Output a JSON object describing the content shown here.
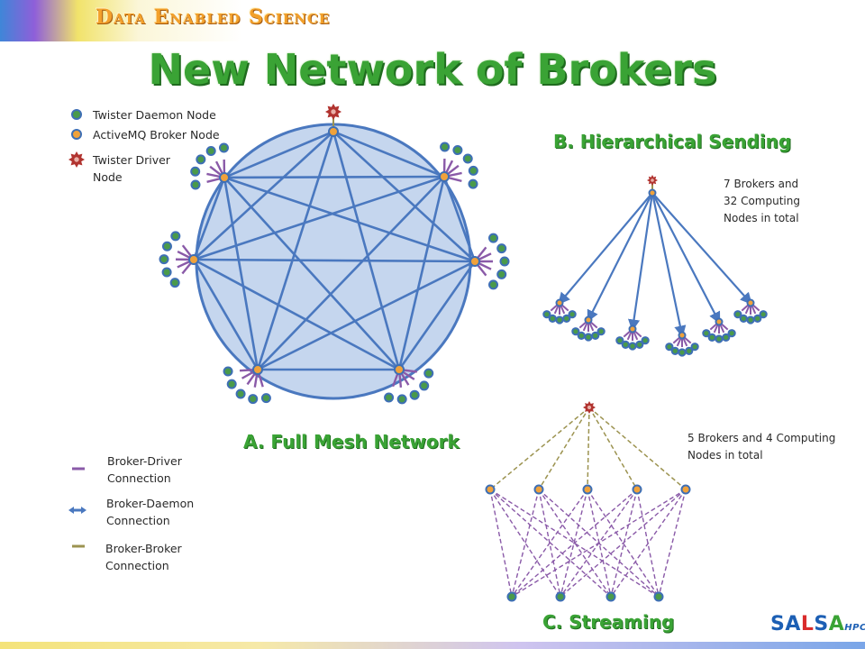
{
  "header": {
    "brand": "Data Enabled Science"
  },
  "title": "New Network of Brokers",
  "legend": {
    "daemon": "Twister Daemon Node",
    "broker": "ActiveMQ Broker Node",
    "driver_line1": "Twister Driver",
    "driver_line2": "Node"
  },
  "connections": {
    "driver_line1": "Broker-Driver",
    "driver_line2": "Connection",
    "daemon_line1": "Broker-Daemon",
    "daemon_line2": "Connection",
    "broker_line1": "Broker-Broker",
    "broker_line2": "Connection"
  },
  "sections": {
    "a": "A. Full Mesh Network",
    "b": "B. Hierarchical Sending",
    "c": "C. Streaming"
  },
  "notes": {
    "b_line1": "7 Brokers and",
    "b_line2": "32 Computing",
    "b_line3": "Nodes in total",
    "c_line1": "5 Brokers and 4 Computing",
    "c_line2": "Nodes in total"
  },
  "logo": {
    "part1": "SA",
    "part2": "L",
    "part3": "S",
    "part4": "A",
    "suffix": "HPC"
  },
  "colors": {
    "daemon_fill": "#4a9a4a",
    "daemon_ring": "#3e6fb5",
    "broker_fill": "#f0a23b",
    "broker_ring": "#3e6fb5",
    "driver": "#b1332f",
    "mesh_circle": "#c5d6ee",
    "mesh_edge": "#4a78bf",
    "driver_line": "#8a5aa8",
    "broker_line": "#9c9350",
    "title_green": "#3aa335"
  }
}
